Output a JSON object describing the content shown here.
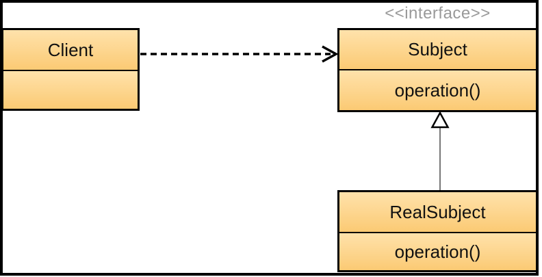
{
  "diagram": {
    "nodes": {
      "client": {
        "name": "Client",
        "attributes": ""
      },
      "subject": {
        "stereotype": "<<interface>>",
        "name": "Subject",
        "operations": [
          "operation()"
        ]
      },
      "real_subject": {
        "name": "RealSubject",
        "operations": [
          "operation()"
        ]
      }
    },
    "edges": [
      {
        "from": "Client",
        "to": "Subject",
        "type": "dependency",
        "line": "dashed",
        "arrowhead": "open"
      },
      {
        "from": "RealSubject",
        "to": "Subject",
        "type": "generalization",
        "line": "solid",
        "arrowhead": "hollow-triangle"
      }
    ],
    "colors": {
      "background": "#FFFFFF",
      "frame_border": "#000000",
      "node_fill_top": "#FFE2AB",
      "node_fill_bottom": "#FBCA74",
      "node_border": "#000000",
      "text": "#111111",
      "stereotype_text": "#999999",
      "dependency_edge": "#000000",
      "generalization_edge": "#555555"
    }
  }
}
